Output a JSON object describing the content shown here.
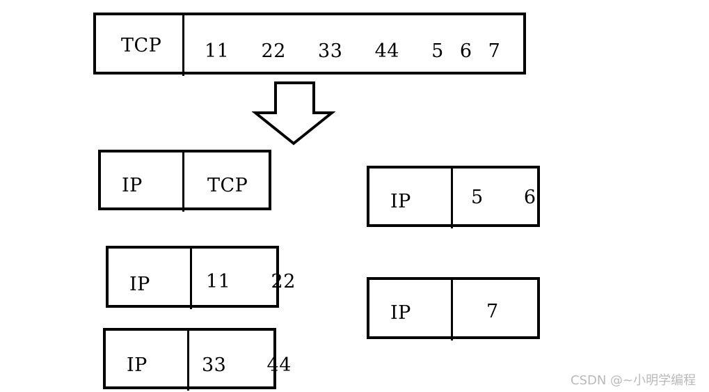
{
  "tcp_segment": {
    "header": "TCP",
    "payload": "11  22  33  44  5 6 7"
  },
  "arrow": {
    "icon": "down-arrow-icon"
  },
  "packets": [
    {
      "header": "IP",
      "body": "TCP"
    },
    {
      "header": "IP",
      "body": "11  22"
    },
    {
      "header": "IP",
      "body": "33  44"
    },
    {
      "header": "IP",
      "body": "5  6"
    },
    {
      "header": "IP",
      "body": "7"
    }
  ],
  "watermark": "CSDN @~小明学编程",
  "colors": {
    "stroke": "#000000",
    "background": "#ffffff",
    "watermark": "#b9b9b9"
  }
}
